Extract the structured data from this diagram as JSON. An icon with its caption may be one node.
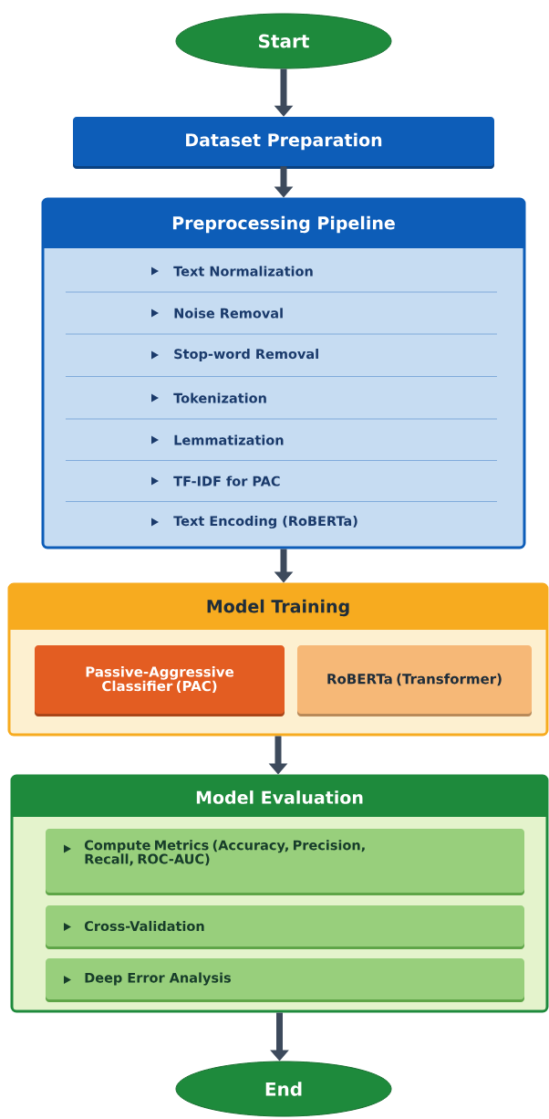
{
  "diagram": {
    "nodes": [
      {
        "text": [
          "Start"
        ]
      },
      {
        "text": [
          "Dataset Preparation"
        ]
      },
      {
        "text": [
          "Preprocessing Pipeline",
          "Text Normalization",
          "Noise Removal",
          "Stop-word Removal",
          "Tokenization",
          "Lemmatization",
          "TF-IDF for PAC",
          "Text Encoding (RoBERTa)"
        ]
      },
      {
        "text": [
          "Model Training"
        ]
      },
      {
        "text": [
          "Passive-Aggressive Classifier (PAC)"
        ],
        "in": 3
      },
      {
        "text": [
          "RoBERTa (Transformer)"
        ],
        "in": 3
      },
      {
        "text": [
          "Model Evaluation"
        ]
      },
      {
        "text": [
          "Compute Metrics (Accuracy, Precision, Recall, ROC-AUC)"
        ],
        "in": 6
      },
      {
        "text": [
          "Cross-Validation"
        ],
        "in": 6
      },
      {
        "text": [
          "Deep Error Analysis"
        ],
        "in": 6
      },
      {
        "text": [
          "End"
        ]
      }
    ],
    "edges": [
      {
        "from": 0,
        "to": 1,
        "arrow": "to"
      },
      {
        "from": 1,
        "to": 2,
        "arrow": "to"
      },
      {
        "from": 2,
        "to": 3,
        "arrow": "to"
      },
      {
        "from": 3,
        "to": 6,
        "arrow": "to"
      },
      {
        "from": 6,
        "to": 10,
        "arrow": "to"
      }
    ]
  }
}
